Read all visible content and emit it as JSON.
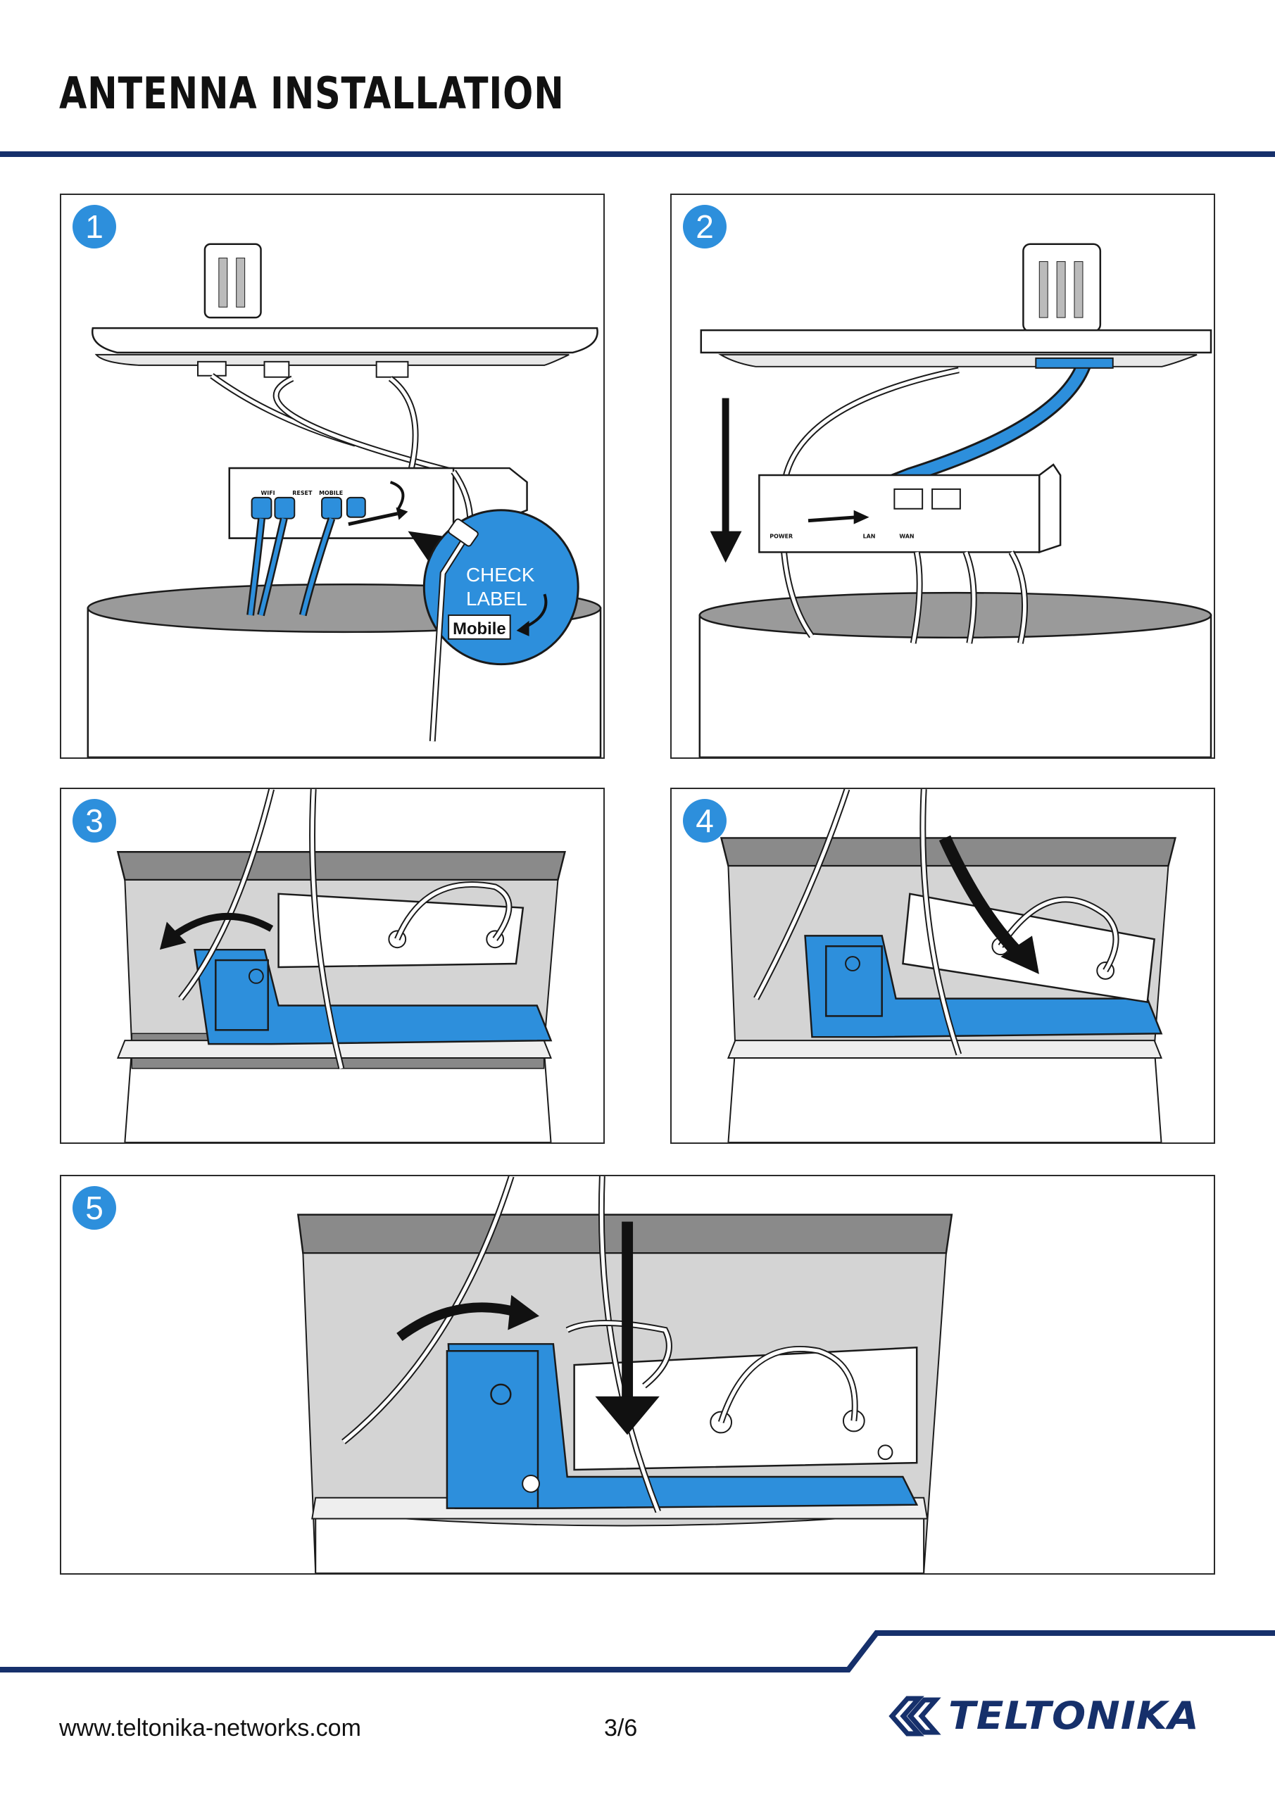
{
  "header": {
    "title": "ANTENNA INSTALLATION"
  },
  "steps": [
    {
      "number": "1"
    },
    {
      "number": "2"
    },
    {
      "number": "3"
    },
    {
      "number": "4"
    },
    {
      "number": "5"
    }
  ],
  "callout": {
    "line1": "CHECK",
    "line2": "LABEL",
    "tag": "Mobile"
  },
  "port_labels": {
    "wifi": "WIFI",
    "reset": "RESET",
    "mobile": "MOBILE",
    "power": "POWER",
    "lan": "LAN",
    "wan": "WAN"
  },
  "footer": {
    "url": "www.teltonika-networks.com",
    "page": "3/6"
  },
  "logo": {
    "text": "TELTONIKA"
  },
  "colors": {
    "accent_blue": "#2d8fdc",
    "navy": "#16306b",
    "line": "#1a1a1a"
  }
}
